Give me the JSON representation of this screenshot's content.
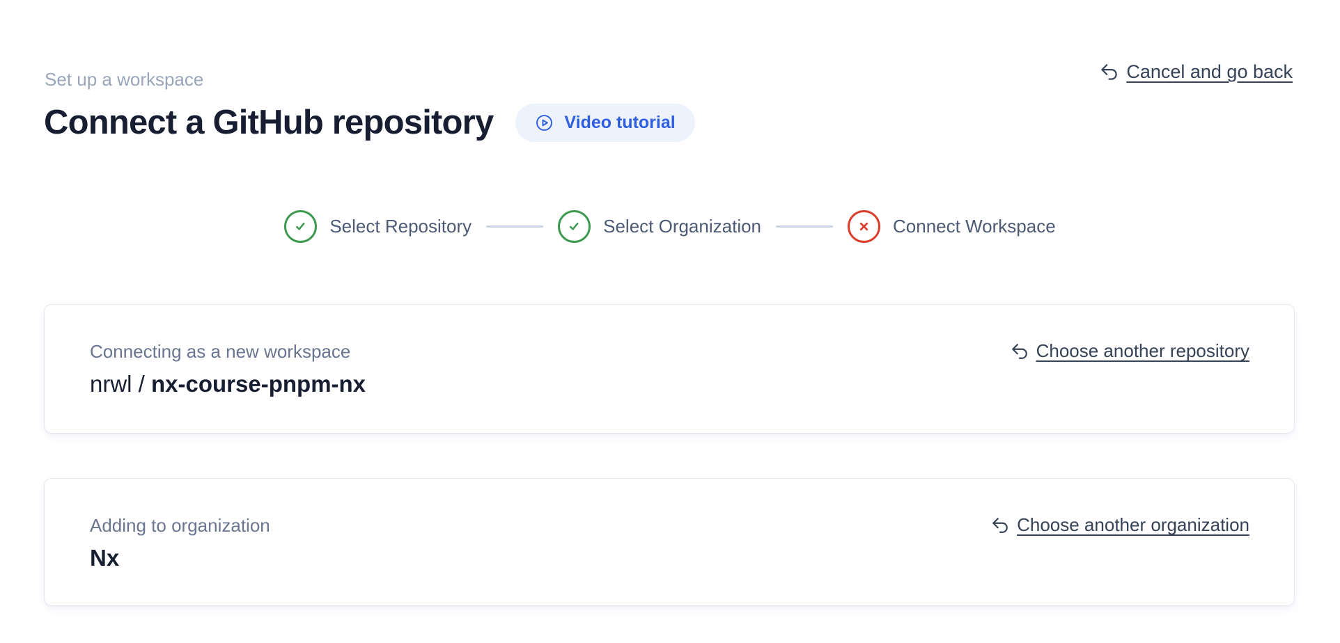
{
  "page": {
    "eyebrow": "Set up a workspace",
    "title": "Connect a GitHub repository",
    "video_tutorial_label": "Video tutorial",
    "cancel_label": "Cancel and go back"
  },
  "stepper": {
    "steps": [
      {
        "label": "Select Repository",
        "status": "complete"
      },
      {
        "label": "Select Organization",
        "status": "complete"
      },
      {
        "label": "Connect Workspace",
        "status": "error"
      }
    ]
  },
  "repository_card": {
    "subtitle": "Connecting as a new workspace",
    "owner": "nrwl /",
    "repo": "nx-course-pnpm-nx",
    "change_link": "Choose another repository"
  },
  "organization_card": {
    "subtitle": "Adding to organization",
    "name": "Nx",
    "change_link": "Choose another organization"
  },
  "colors": {
    "accent_blue": "#2f5ee0",
    "pill_background": "#edf2fd",
    "success_green": "#3d9a50",
    "error_red": "#dc3d2c",
    "link_slate": "#364357",
    "muted_gray": "#9aa6ba"
  }
}
